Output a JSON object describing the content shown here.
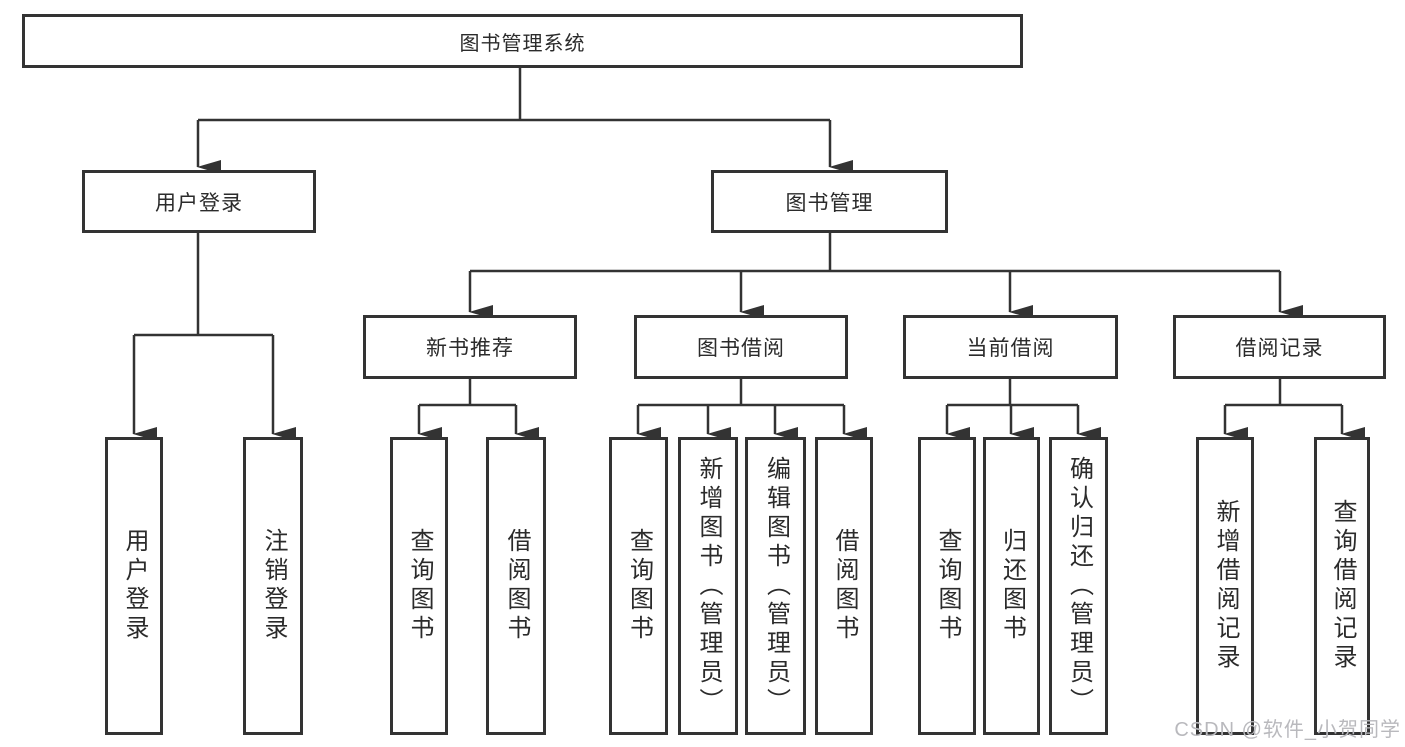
{
  "diagram": {
    "root": {
      "label": "图书管理系统"
    },
    "level2": [
      {
        "label": "用户登录"
      },
      {
        "label": "图书管理"
      }
    ],
    "level3": [
      {
        "label": "新书推荐"
      },
      {
        "label": "图书借阅"
      },
      {
        "label": "当前借阅"
      },
      {
        "label": "借阅记录"
      }
    ],
    "leaves": {
      "user_login": [
        "用户登录",
        "注销登录"
      ],
      "new_book_rec": [
        "查询图书",
        "借阅图书"
      ],
      "book_borrow": [
        "查询图书",
        "新增图书（管理员）",
        "编辑图书（管理员）",
        "借阅图书"
      ],
      "current_borrow": [
        "查询图书",
        "归还图书",
        "确认归还（管理员）"
      ],
      "borrow_records": [
        "新增借阅记录",
        "查询借阅记录"
      ]
    },
    "colors": {
      "line": "#333333",
      "text": "#2b2b2b",
      "watermark": "#b9b9bd",
      "background": "#ffffff"
    },
    "watermark": "CSDN @软件_小贺同学"
  }
}
